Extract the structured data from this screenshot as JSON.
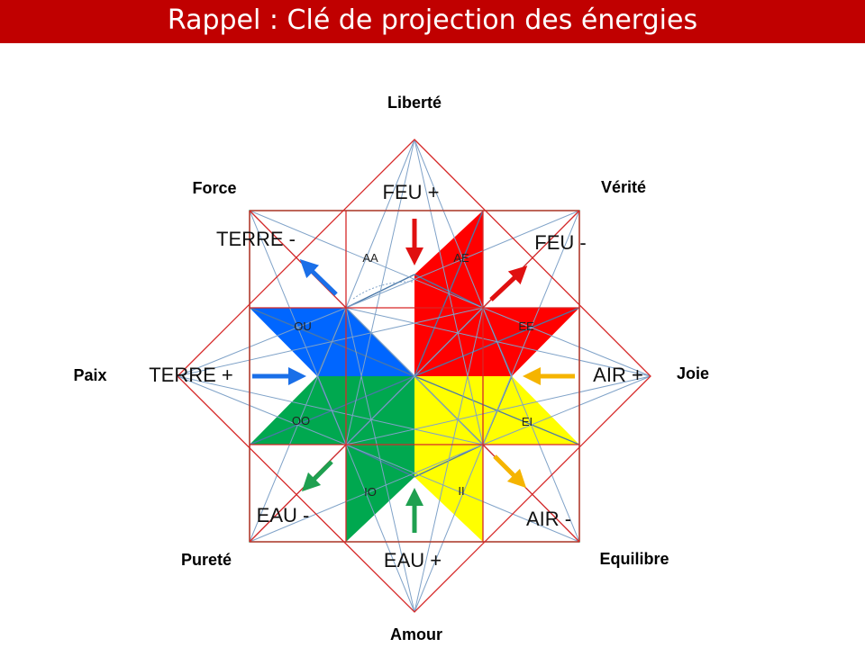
{
  "header": {
    "title": "Rappel : Clé de projection des énergies"
  },
  "qualities": {
    "top": "Liberté",
    "top_left": "Force",
    "top_right": "Vérité",
    "left": "Paix",
    "right": "Joie",
    "bottom_left": "Pureté",
    "bottom_right": "Equilibre",
    "bottom": "Amour"
  },
  "energies": {
    "feu_plus": "FEU +",
    "feu_minus": "FEU -",
    "terre_plus": "TERRE +",
    "terre_minus": "TERRE -",
    "air_plus": "AIR +",
    "air_minus": "AIR -",
    "eau_plus": "EAU +",
    "eau_minus": "EAU -"
  },
  "cells": {
    "aa": "AA",
    "ae": "AE",
    "ee": "EE",
    "ei": "EI",
    "ii": "II",
    "io": "IO",
    "oo": "OO",
    "ou": "OU"
  },
  "colors": {
    "banner": "#c00000",
    "feu": "#ff0000",
    "air": "#ffff00",
    "eau": "#00a84f",
    "terre": "#0066ff",
    "arrow_air": "#ffc000",
    "outline_red": "#d62828",
    "outline_green": "#2e9a60",
    "outline_blue": "#4a78a8"
  }
}
